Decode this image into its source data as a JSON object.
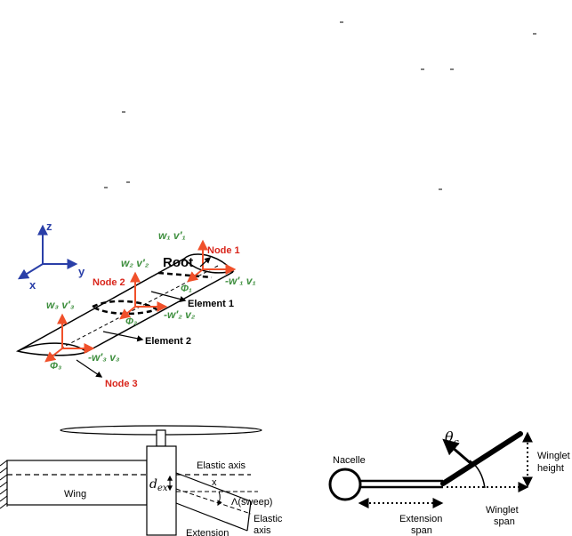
{
  "colors": {
    "axis_blue": "#2a3fa8",
    "dof_green": "#3f8f3f",
    "node_red": "#d9261c",
    "dof_arrow_orange": "#f0502a",
    "ink": "#000000"
  },
  "wing_fe": {
    "axes": {
      "z": "z",
      "y": "y",
      "x": "x"
    },
    "root_label": "Root",
    "nodes": [
      "Node 1",
      "Node 2",
      "Node 3"
    ],
    "elements": [
      "Element 1",
      "Element 2"
    ],
    "dofs": {
      "n1_top": "w₁ v′₁",
      "n1_side": "-w′₁ v₁",
      "n1_phi": "Φ₁",
      "n2_top": "w₂ v′₂",
      "n2_side": "-w′₂ v₂",
      "n2_phi": "Φ₂",
      "n3_top": "w₃ v′₃",
      "n3_side": "-w′₃ v₃",
      "n3_phi": "Φ₃"
    }
  },
  "extension_planform": {
    "wing_label": "Wing",
    "offset_symbol": "d",
    "offset_subscript": "ex",
    "elastic_axis_top": "Elastic axis",
    "x_label": "x",
    "sweep_label": "Λ(sweep)",
    "elastic_axis_bottom_1": "Elastic",
    "elastic_axis_bottom_2": "axis",
    "extension_label": "Extension"
  },
  "winglet_view": {
    "nacelle_label": "Nacelle",
    "cant_symbol": "θ",
    "cant_subscript": "c",
    "winglet_height_1": "Winglet",
    "winglet_height_2": "height",
    "extension_span_1": "Extension",
    "extension_span_2": "span",
    "winglet_span_1": "Winglet",
    "winglet_span_2": "span"
  }
}
